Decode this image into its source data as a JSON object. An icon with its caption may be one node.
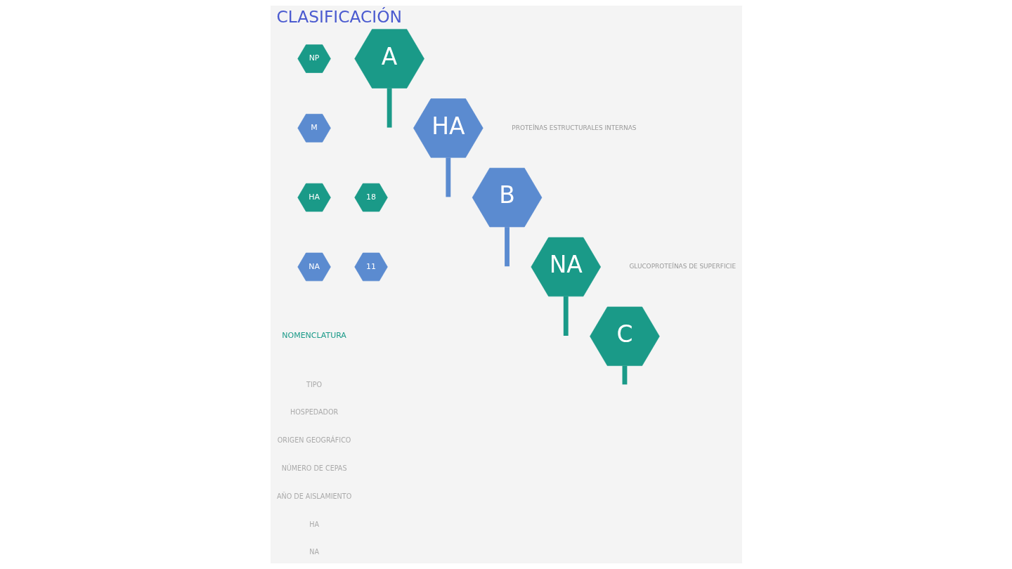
{
  "diagram": {
    "title": "CLASIFICACIÓN",
    "nodes": [
      {
        "text": [
          "NP"
        ]
      },
      {
        "text": [
          "M"
        ]
      },
      {
        "text": [
          "HA"
        ]
      },
      {
        "text": [
          "18"
        ]
      },
      {
        "text": [
          "NA"
        ]
      },
      {
        "text": [
          "11"
        ]
      },
      {
        "text": [
          "A"
        ]
      },
      {
        "text": [
          "HA"
        ]
      },
      {
        "text": [
          "B"
        ]
      },
      {
        "text": [
          "NA"
        ]
      },
      {
        "text": [
          "C"
        ]
      }
    ],
    "edges": [
      {
        "from": 6,
        "to": null,
        "arrow": "none"
      },
      {
        "from": 7,
        "to": null,
        "arrow": "none",
        "color": "#5b8bd0"
      },
      {
        "from": 8,
        "to": null,
        "arrow": "none",
        "color": "#5b8bd0"
      },
      {
        "from": 9,
        "to": null,
        "arrow": "none"
      },
      {
        "from": 10,
        "to": null,
        "arrow": "none"
      }
    ],
    "labels": [
      "PROTEÍNAS ESTRUCTURALES INTERNAS",
      "GLUCOPROTEÍNAS DE SUPERFICIE",
      "NOMENCLATURA",
      "TIPO",
      "HOSPEDADOR",
      "ORIGEN GEOGRÁFICO",
      "NÚMERO DE CEPAS",
      "AÑO DE AISLAMIENTO",
      "HA",
      "NA"
    ]
  }
}
